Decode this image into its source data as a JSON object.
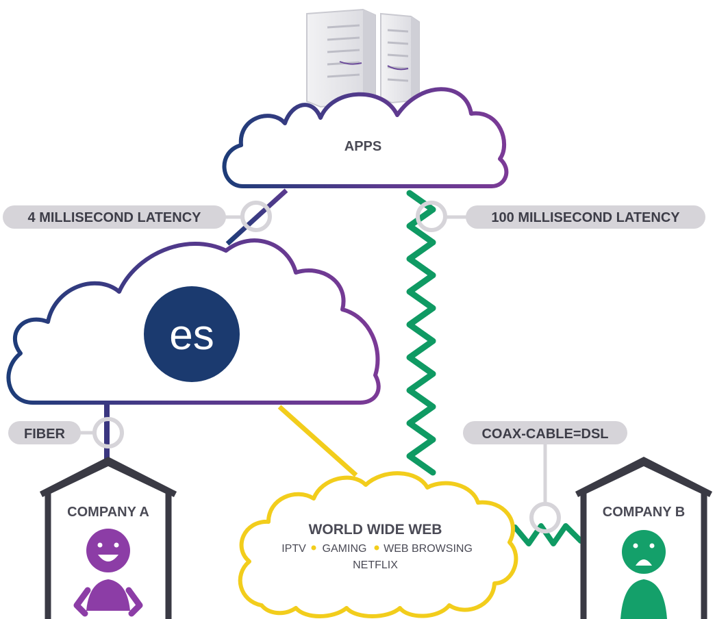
{
  "apps_cloud": {
    "label": "APPS"
  },
  "es_cloud": {
    "logo_text": "es"
  },
  "www_cloud": {
    "title": "WORLD WIDE WEB",
    "services": [
      "IPTV",
      "GAMING",
      "WEB BROWSING",
      "NETFLIX"
    ]
  },
  "latency_left": "4 MILLISECOND LATENCY",
  "latency_right": "100 MILLISECOND LATENCY",
  "link_fiber": "FIBER",
  "link_coax": "COAX-CABLE=DSL",
  "company_a": {
    "name": "COMPANY A"
  },
  "company_b": {
    "name": "COMPANY B"
  },
  "colors": {
    "navy": "#1d3c78",
    "purple": "#7b3a96",
    "green": "#0f9a63",
    "yellow": "#f2cd1c",
    "grey": "#d6d4d9",
    "house": "#3a3a44",
    "person_a": "#8c3da6",
    "person_b": "#14a06a"
  }
}
